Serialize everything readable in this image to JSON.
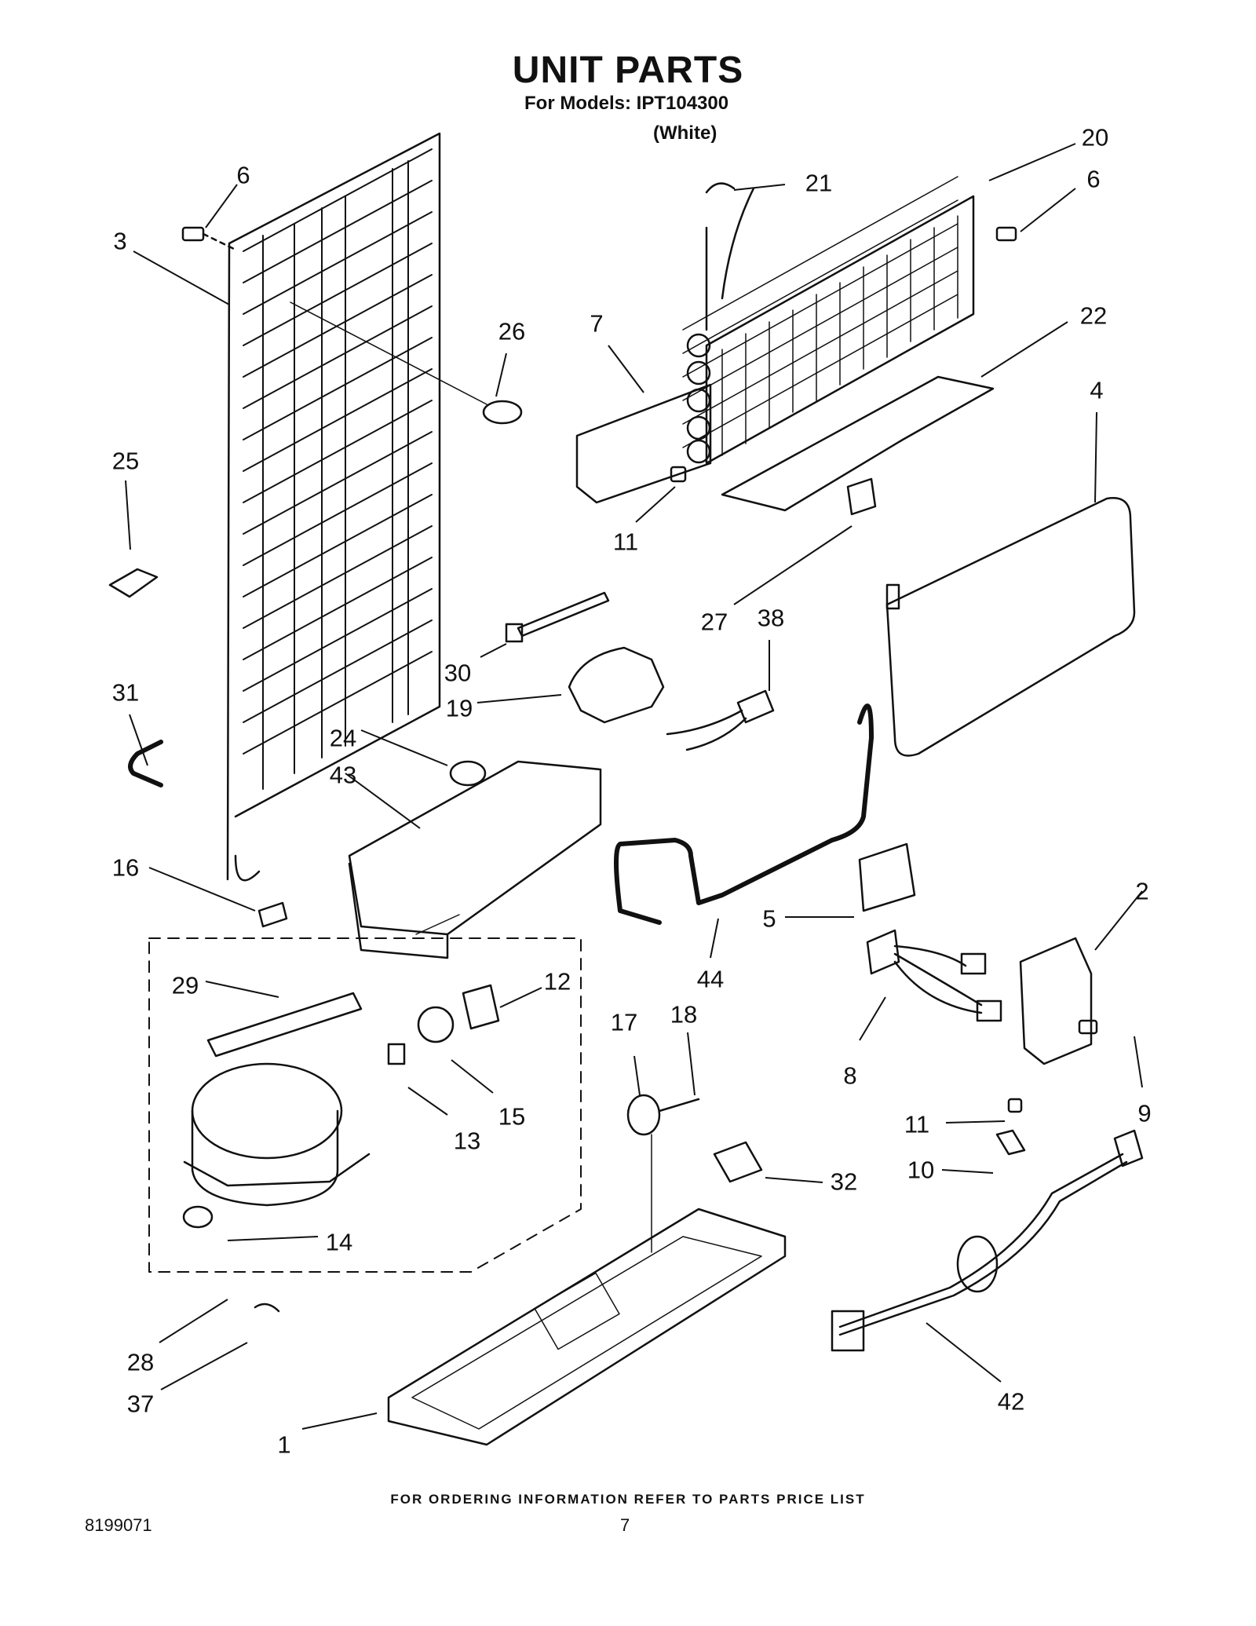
{
  "header": {
    "title": "UNIT PARTS",
    "models_line": "For Models: IPT104300",
    "color_line": "(White)"
  },
  "callouts": [
    "6",
    "3",
    "26",
    "25",
    "31",
    "16",
    "29",
    "12",
    "15",
    "13",
    "14",
    "28",
    "37",
    "1",
    "21",
    "20",
    "6",
    "7",
    "22",
    "11",
    "4",
    "27",
    "38",
    "30",
    "19",
    "24",
    "43",
    "2",
    "5",
    "44",
    "8",
    "9",
    "17",
    "18",
    "11",
    "10",
    "32",
    "42"
  ],
  "footer": {
    "notice": "FOR ORDERING INFORMATION REFER TO PARTS PRICE LIST",
    "doc_number": "8199071",
    "page_number": "7"
  }
}
